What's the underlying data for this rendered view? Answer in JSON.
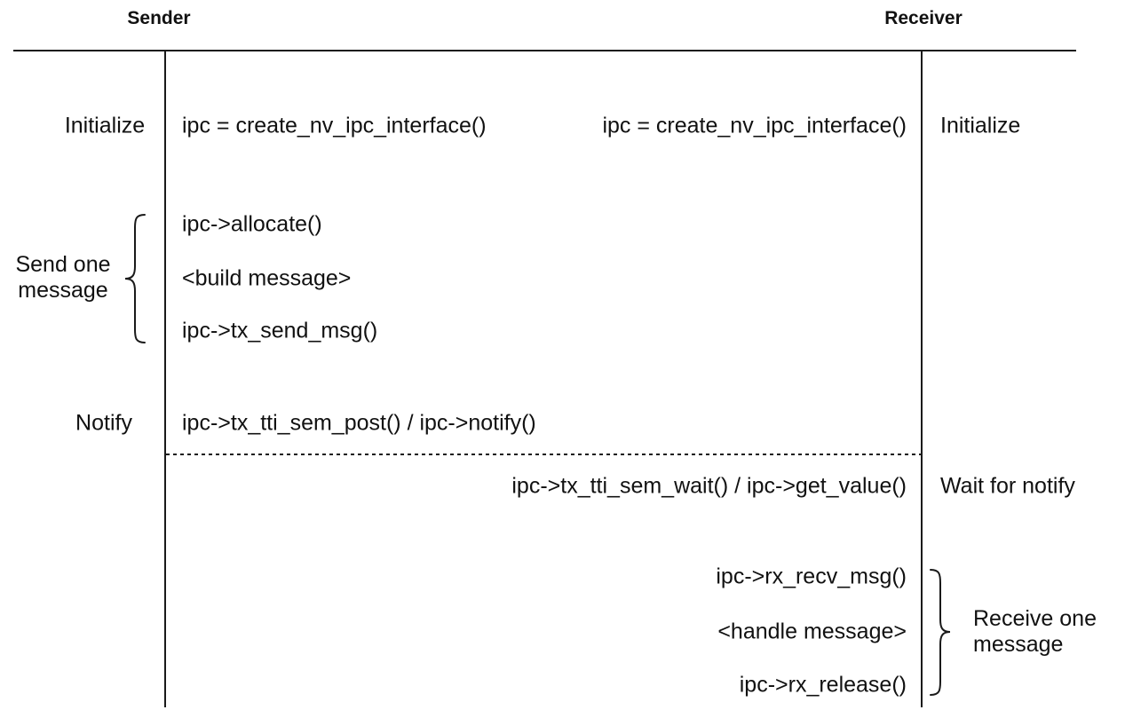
{
  "colors": {
    "line": "#1a1a1a",
    "text": "#111111",
    "background": "#ffffff"
  },
  "headers": {
    "sender": "Sender",
    "receiver": "Receiver"
  },
  "sender": {
    "initialize": {
      "label": "Initialize",
      "call": "ipc = create_nv_ipc_interface()"
    },
    "send_group": {
      "label": "Send one\nmessage",
      "calls": [
        "ipc->allocate()",
        "<build message>",
        "ipc->tx_send_msg()"
      ]
    },
    "notify": {
      "label": "Notify",
      "call": "ipc->tx_tti_sem_post() / ipc->notify()"
    }
  },
  "receiver": {
    "initialize": {
      "label": "Initialize",
      "call": "ipc = create_nv_ipc_interface()"
    },
    "wait": {
      "label": "Wait for notify",
      "call": "ipc->tx_tti_sem_wait() / ipc->get_value()"
    },
    "receive_group": {
      "label": "Receive one\nmessage",
      "calls": [
        "ipc->rx_recv_msg()",
        "<handle message>",
        "ipc->rx_release()"
      ]
    }
  }
}
